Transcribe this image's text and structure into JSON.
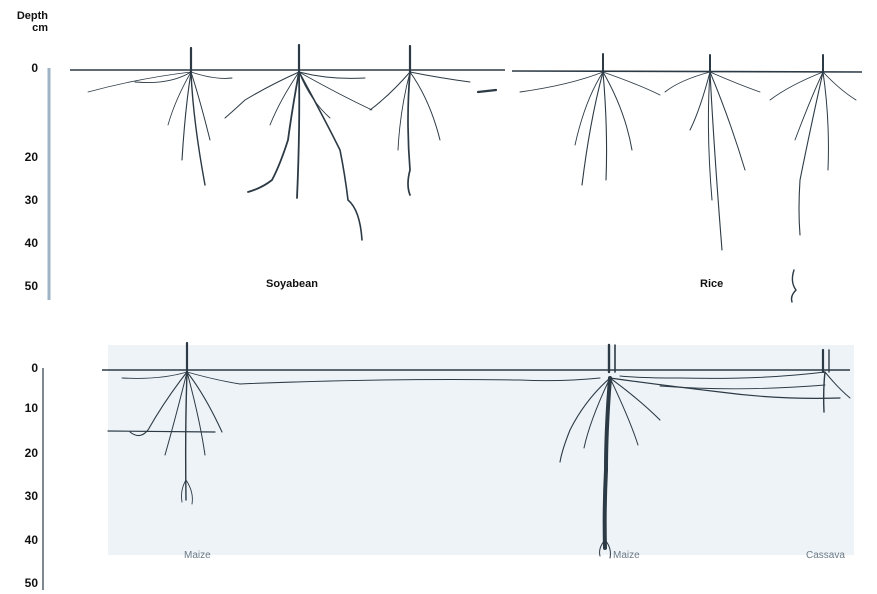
{
  "axis": {
    "title_line1": "Depth",
    "title_line2": "cm",
    "top_ticks": [
      "0",
      "20",
      "30",
      "40",
      "50"
    ],
    "bottom_ticks": [
      "0",
      "10",
      "20",
      "30",
      "40",
      "50"
    ]
  },
  "labels": {
    "soyabean": "Soyabean",
    "rice": "Rice",
    "maize_left": "Maize",
    "maize_right": "Maize",
    "cassava": "Cassava"
  },
  "colors": {
    "root": "#2c3a45",
    "soil_shade": "#eef3f7",
    "axis_line": "#9fb3c4"
  }
}
